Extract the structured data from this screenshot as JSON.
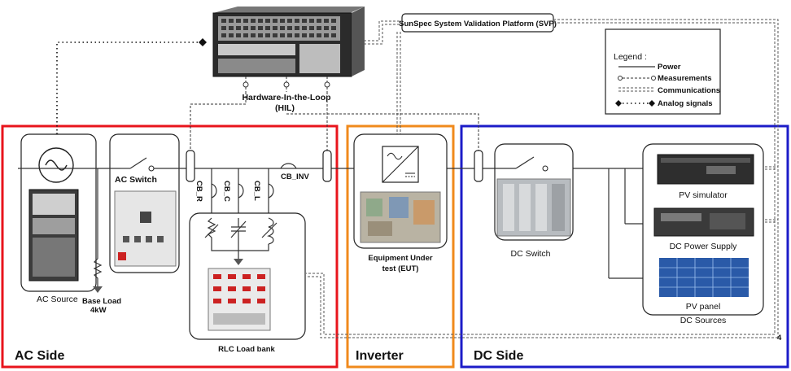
{
  "top": {
    "hil_label": "Hardware-In-the-Loop",
    "hil_abbr": "(HIL)",
    "svp_label": "SunSpec System Validation Platform (SVP)"
  },
  "legend": {
    "title": "Legend :",
    "items": [
      {
        "label": "Power",
        "icon": "power-line"
      },
      {
        "label": "Measurements",
        "icon": "measurement-line"
      },
      {
        "label": "Communications",
        "icon": "communication-line"
      },
      {
        "label": "Analog signals",
        "icon": "analog-signal-line"
      }
    ]
  },
  "ac_side": {
    "title": "AC Side",
    "ac_source": "AC Source",
    "base_load_1": "Base Load",
    "base_load_2": "4kW",
    "ac_switch": "AC Switch",
    "cb_r": "CB_R",
    "cb_c": "CB_C",
    "cb_l": "CB_L",
    "cb_inv": "CB_INV",
    "rlc": "RLC Load bank"
  },
  "inverter": {
    "title": "Inverter",
    "eut_1": "Equipment Under",
    "eut_2": "test (EUT)"
  },
  "dc_side": {
    "title": "DC Side",
    "dc_switch": "DC Switch",
    "pv_simulator": "PV simulator",
    "dc_power_supply": "DC Power Supply",
    "pv_panel": "PV panel",
    "dc_sources": "DC Sources",
    "page_number": "4"
  },
  "colors": {
    "ac_side": "#e8141c",
    "inverter": "#f08a1c",
    "dc_side": "#1c1cc8"
  }
}
